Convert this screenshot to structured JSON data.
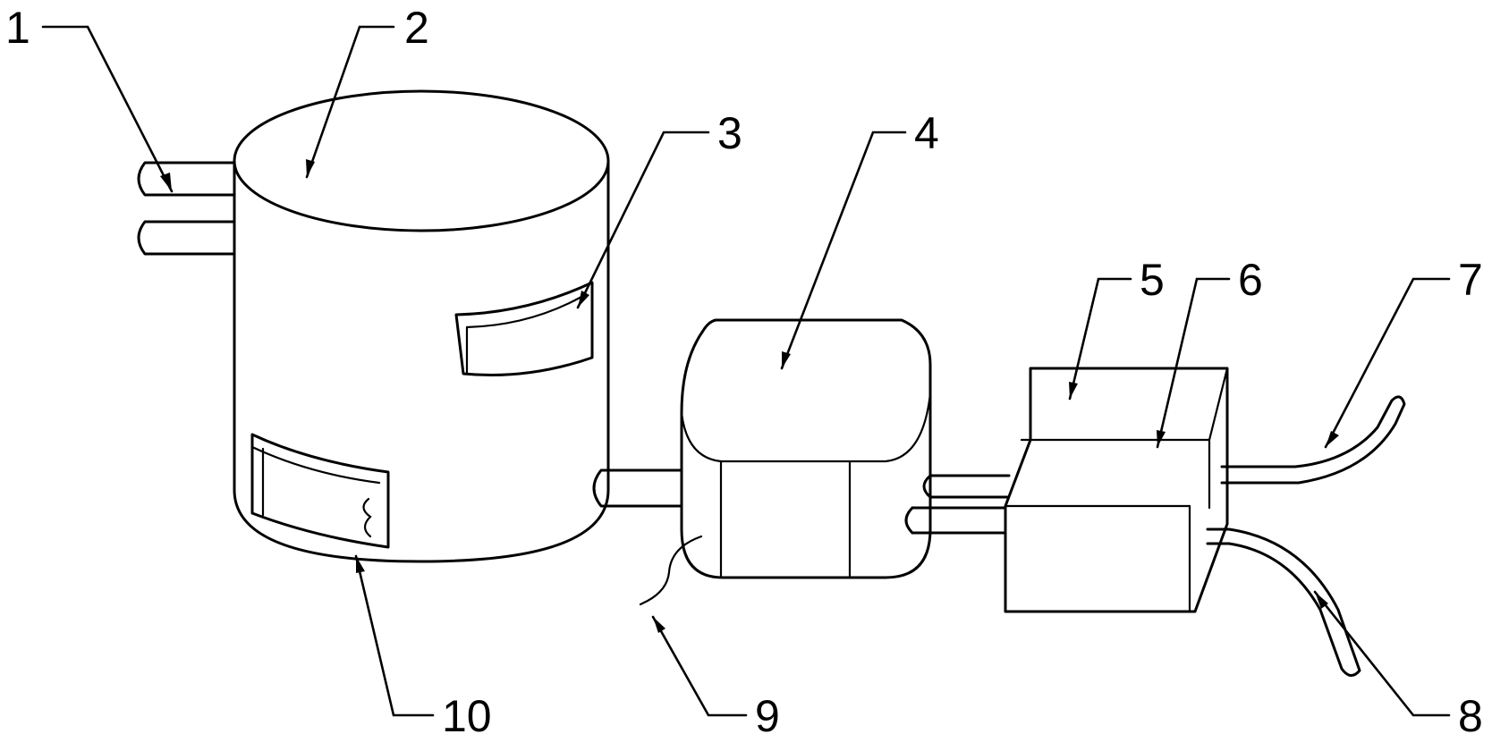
{
  "diagram": {
    "callouts": [
      {
        "id": "1",
        "text": "1"
      },
      {
        "id": "2",
        "text": "2"
      },
      {
        "id": "3",
        "text": "3"
      },
      {
        "id": "4",
        "text": "4"
      },
      {
        "id": "5",
        "text": "5"
      },
      {
        "id": "6",
        "text": "6"
      },
      {
        "id": "7",
        "text": "7"
      },
      {
        "id": "8",
        "text": "8"
      },
      {
        "id": "9",
        "text": "9"
      },
      {
        "id": "10",
        "text": "10"
      }
    ],
    "colors": {
      "line": "#000000",
      "background": "#ffffff"
    }
  }
}
